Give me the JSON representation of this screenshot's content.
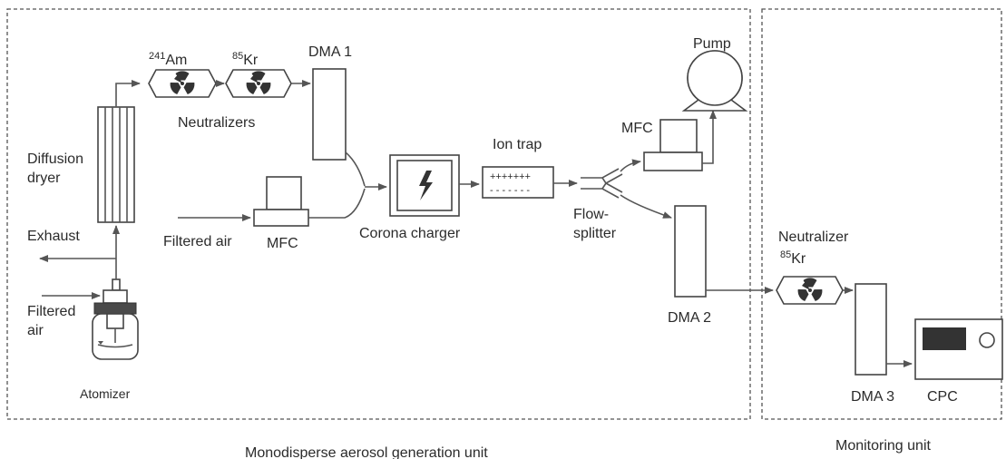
{
  "units": {
    "generation_label": "Monodisperse aerosol generation unit",
    "monitoring_label": "Monitoring unit"
  },
  "labels": {
    "am_mass": "241",
    "am_sym": "Am",
    "kr_mass": "85",
    "kr_sym": "Kr",
    "neutralizers": "Neutralizers",
    "dma1": "DMA 1",
    "dma2": "DMA 2",
    "dma3": "DMA 3",
    "pump": "Pump",
    "mfc_top": "MFC",
    "mfc_air": "MFC",
    "ion_trap": "Ion trap",
    "ion_plus": "+++++++",
    "ion_minus": "- - - - - - -",
    "flow_splitter_1": "Flow-",
    "flow_splitter_2": "splitter",
    "corona_charger": "Corona charger",
    "diffusion_1": "Diffusion",
    "diffusion_2": "dryer",
    "exhaust": "Exhaust",
    "filtered_air_mid": "Filtered air",
    "filtered_air_left_1": "Filtered",
    "filtered_air_left_2": "air",
    "atomizer": "Atomizer",
    "neutralizer": "Neutralizer",
    "kr2_mass": "85",
    "kr2_sym": "Kr",
    "cpc": "CPC"
  },
  "icons": {
    "radiation": "radiation-icon",
    "lightning": "lightning-icon"
  },
  "colors": {
    "line": "#555555",
    "cpc_display": "#333333"
  }
}
